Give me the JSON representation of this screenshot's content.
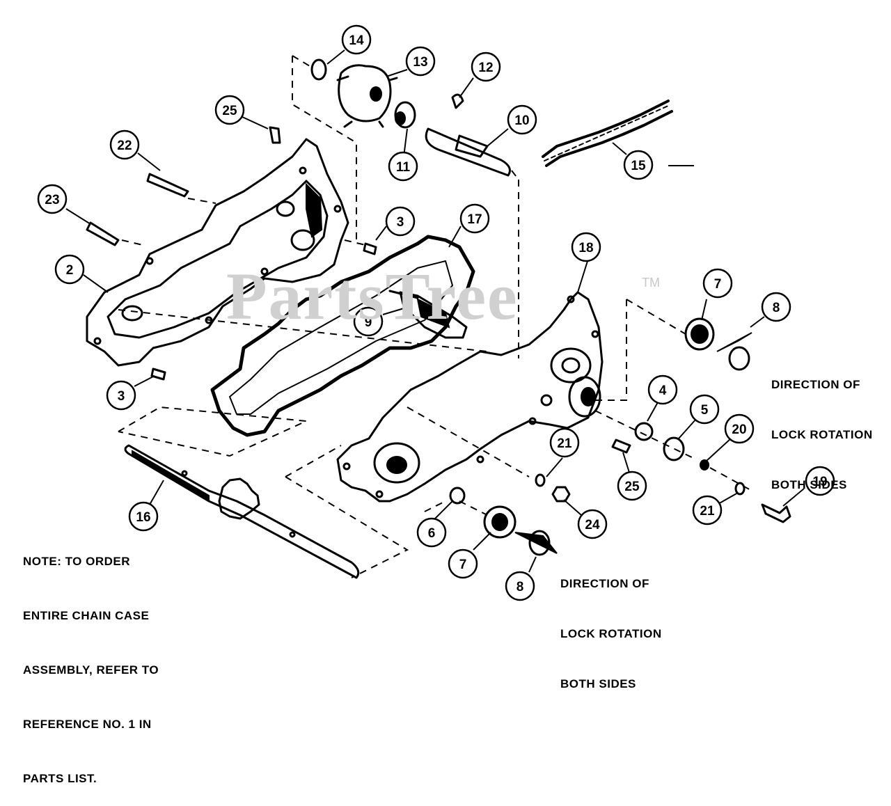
{
  "watermark": {
    "text": "PartsTree",
    "tm": "TM"
  },
  "note": {
    "lines": [
      "NOTE: TO ORDER",
      "ENTIRE CHAIN CASE",
      "ASSEMBLY, REFER TO",
      "REFERENCE NO. 1 IN",
      "PARTS LIST."
    ]
  },
  "rotation_notes": [
    {
      "lines": [
        "DIRECTION OF",
        "LOCK ROTATION",
        "BOTH SIDES"
      ]
    },
    {
      "lines": [
        "DIRECTION OF",
        "LOCK ROTATION",
        "BOTH SIDES"
      ]
    }
  ],
  "callouts": [
    "14",
    "13",
    "12",
    "25",
    "10",
    "22",
    "11",
    "15",
    "23",
    "3",
    "17",
    "18",
    "2",
    "7",
    "8",
    "9",
    "3",
    "4",
    "5",
    "20",
    "21",
    "25",
    "19",
    "21",
    "16",
    "6",
    "24",
    "7",
    "8"
  ]
}
